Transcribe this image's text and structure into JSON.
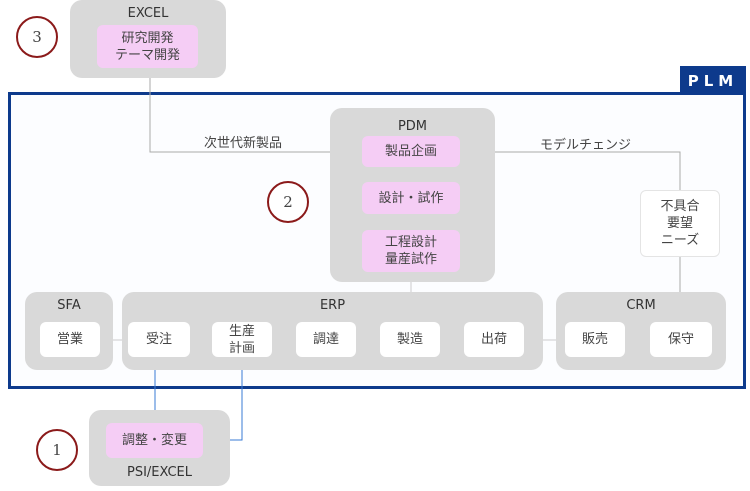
{
  "plm": {
    "label": "PLM"
  },
  "excel": {
    "title": "EXCEL",
    "item": "研究開発\nテーマ開発",
    "marker": "3"
  },
  "pdm": {
    "title": "PDM",
    "items": [
      "製品企画",
      "設計・試作",
      "工程設計\n量産試作"
    ],
    "marker": "2"
  },
  "flows": {
    "next_gen": "次世代新製品",
    "model_change": "モデルチェンジ"
  },
  "feedback": {
    "text": "不具合\n要望\nニーズ"
  },
  "sfa": {
    "title": "SFA",
    "items": [
      "営業"
    ]
  },
  "erp": {
    "title": "ERP",
    "items": [
      "受注",
      "生産\n計画",
      "調達",
      "製造",
      "出荷"
    ]
  },
  "crm": {
    "title": "CRM",
    "items": [
      "販売",
      "保守"
    ]
  },
  "psi": {
    "title": "PSI/EXCEL",
    "item": "調整・変更",
    "marker": "1"
  },
  "colors": {
    "plm_border": "#0d3a8c",
    "group": "#d9d9d9",
    "pink": "#f5cdf5",
    "marker": "#8b1a1a",
    "link": "#3a7bd5"
  }
}
